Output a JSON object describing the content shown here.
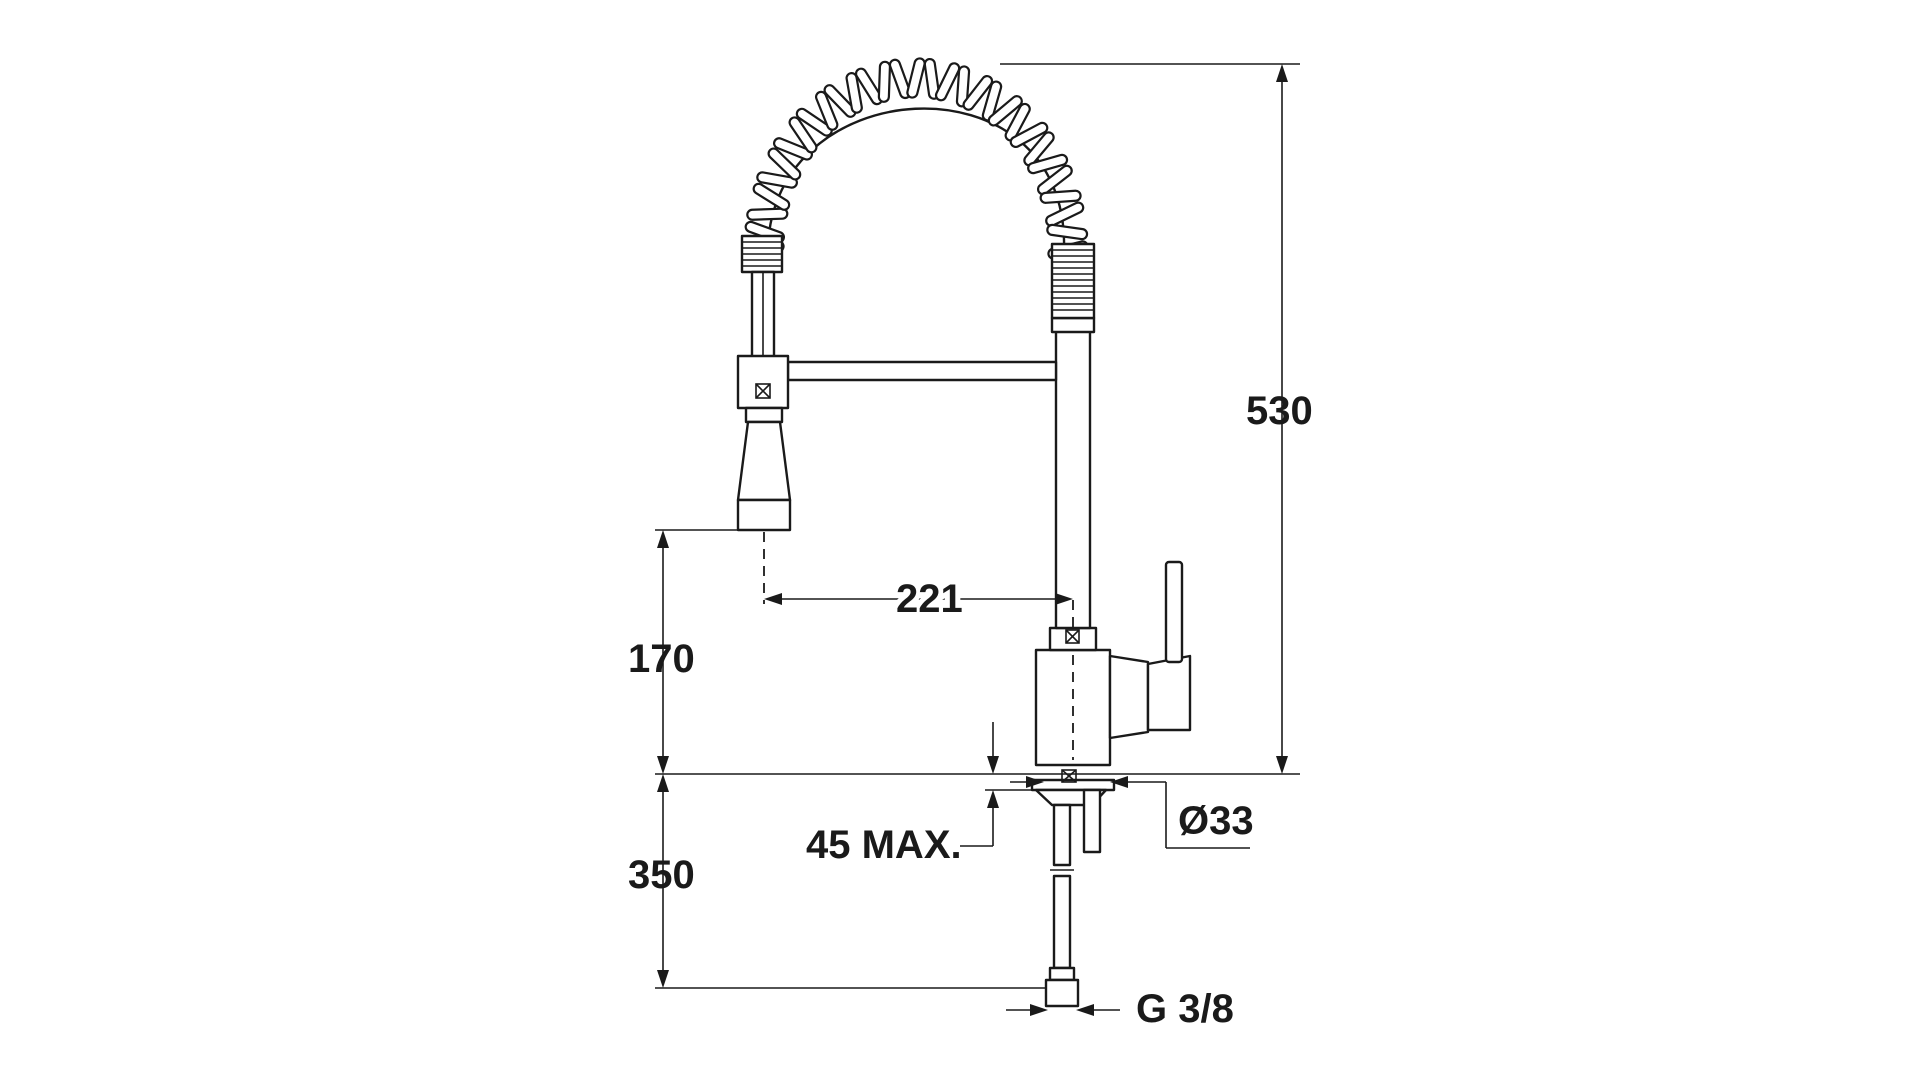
{
  "dimensions": {
    "total_height": "530",
    "spout_height": "170",
    "spout_reach": "221",
    "deck_thickness": "45 MAX.",
    "hole_diameter": "Ø33",
    "hose_length": "350",
    "connection_thread": "G 3/8"
  },
  "colors": {
    "line": "#1a1a1a",
    "background": "#ffffff"
  }
}
